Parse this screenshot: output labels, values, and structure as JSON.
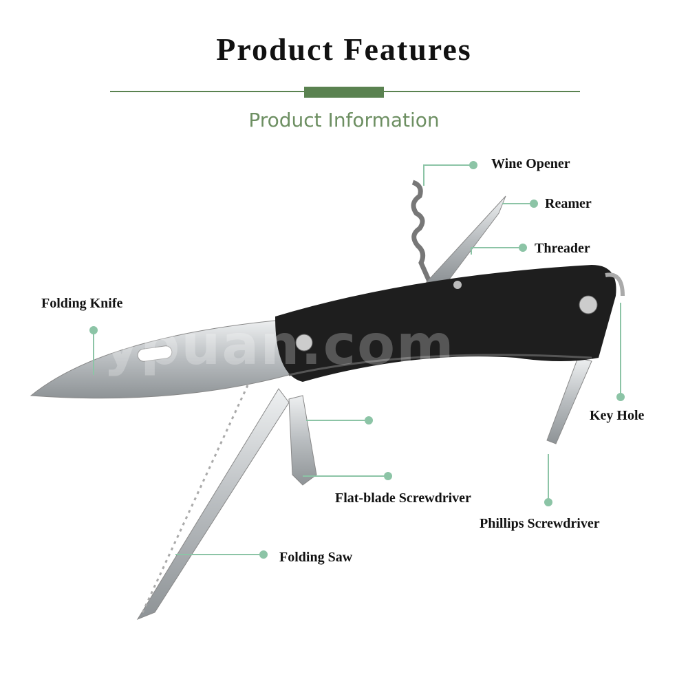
{
  "header": {
    "title": "Product Features",
    "subtitle": "Product Information"
  },
  "watermark": "ypuan.com",
  "colors": {
    "accent": "#5a8250",
    "leader": "#8cc4a6",
    "handle": "#1e1e1e",
    "blade": "#c9ccce"
  },
  "features": [
    {
      "id": "wine-opener",
      "label": "Wine Opener"
    },
    {
      "id": "reamer",
      "label": "Reamer"
    },
    {
      "id": "threader",
      "label": "Threader"
    },
    {
      "id": "folding-knife",
      "label": "Folding Knife"
    },
    {
      "id": "key-hole",
      "label": "Key Hole"
    },
    {
      "id": "flat-blade-screwdriver",
      "label": "Flat-blade Screwdriver"
    },
    {
      "id": "phillips-screwdriver",
      "label": "Phillips Screwdriver"
    },
    {
      "id": "folding-saw",
      "label": "Folding Saw"
    }
  ]
}
